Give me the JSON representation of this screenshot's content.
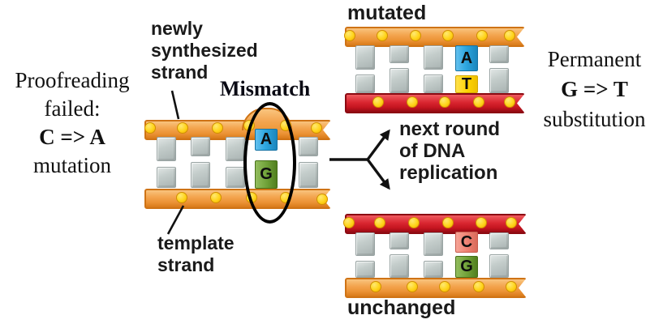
{
  "left_note": {
    "lines": [
      "Proofreading",
      "failed:",
      "C => A",
      "mutation"
    ],
    "bold_line": "C => A"
  },
  "right_note": {
    "lines": [
      "Permanent",
      "G => T",
      "substitution"
    ],
    "bold_line": "G => T"
  },
  "labels": {
    "newly_synthesized": [
      "newly",
      "synthesized",
      "strand"
    ],
    "mismatch": "Mismatch",
    "template_strand": [
      "template",
      "strand"
    ],
    "next_round": [
      "next round",
      "of DNA",
      "replication"
    ],
    "mutated": "mutated",
    "unchanged": "unchanged"
  },
  "bases": {
    "mismatch_top": "A",
    "mismatch_bottom": "G",
    "mutated_top": "A",
    "mutated_bottom": "T",
    "unchanged_top": "C",
    "unchanged_bottom": "G"
  },
  "colors": {
    "strand_orange": "#F09A40",
    "strand_red": "#D6202B",
    "phosphate_yellow": "#FFD41A",
    "rung_gray": "#C4CDCB",
    "base_A_blue": "#2EA7E0",
    "base_G_green": "#71A33A",
    "base_T_yellow": "#FFD400",
    "base_C_salmon": "#EF8374",
    "text_black": "#111111",
    "background": "#FFFFFF"
  }
}
